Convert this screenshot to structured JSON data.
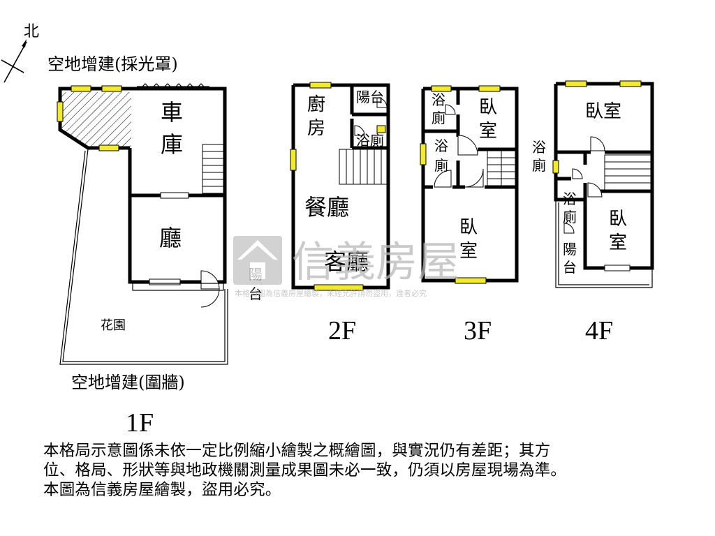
{
  "compass": {
    "north": "北"
  },
  "floor1": {
    "label": "1F",
    "annex_skylight": "空地增建(採光罩)",
    "annex_wall": "空地增建(圍牆)",
    "garage": [
      "車",
      "庫"
    ],
    "hall": "廳",
    "garden": "花園",
    "balcony": [
      "陽",
      "台"
    ]
  },
  "floor2": {
    "label": "2F",
    "kitchen": [
      "廚",
      "房"
    ],
    "balcony": "陽台",
    "bath": "浴廁",
    "dining": "餐廳",
    "living": "客廳"
  },
  "floor3": {
    "label": "3F",
    "bath_a": [
      "浴",
      "廁"
    ],
    "bath_b": [
      "浴",
      "廁"
    ],
    "bedroom_a": [
      "臥",
      "室"
    ],
    "bedroom_b": [
      "臥",
      "室"
    ]
  },
  "floor4": {
    "label": "4F",
    "bedroom_a": "臥室",
    "bath_a": [
      "浴",
      "廁"
    ],
    "bath_b": [
      "浴",
      "廁"
    ],
    "balcony": [
      "陽",
      "台"
    ],
    "bedroom_b": [
      "臥",
      "室"
    ]
  },
  "watermark": {
    "brand": "信義房屋",
    "notice": "本格局圖為信義房屋繪製，未經允許請勿盜用，違者必究"
  },
  "disclaimer": [
    "本格局示意圖係未依一定比例縮小繪製之概繪圖，與實況仍有差距；其方",
    "位、格局、形狀等與地政機關測量成果圖未必一致，仍須以房屋現場為準。",
    "本圖為信義房屋繪製，盜用必究。"
  ]
}
